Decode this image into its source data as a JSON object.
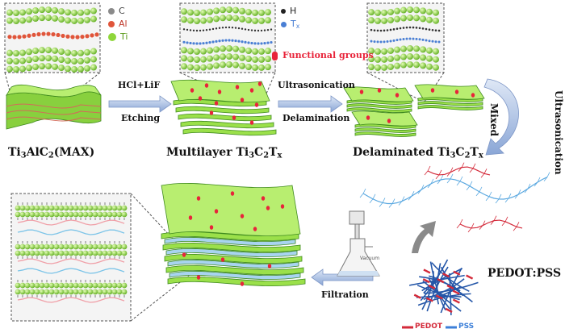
{
  "legend_elements": [
    {
      "symbol": "C",
      "color": "#8a8a8a"
    },
    {
      "symbol": "Al",
      "color": "#e0553a"
    },
    {
      "symbol": "Ti",
      "color": "#8fd63a"
    }
  ],
  "legend_terminations": [
    {
      "symbol": "H",
      "color": "#222222"
    },
    {
      "symbol": "Tx",
      "color": "#4a7fd4"
    }
  ],
  "functional_groups_label": "Functional groups",
  "step1": {
    "top": "HCl+LiF",
    "bottom": "Etching"
  },
  "step2": {
    "top": "Ultrasonication",
    "bottom": "Delamination"
  },
  "step3": {
    "label": "Filtration"
  },
  "mixed_label": "Mixed",
  "ultrasonication_label": "Ultrasonication",
  "stage_labels": {
    "max": {
      "main": "Ti",
      "s1": "3",
      "mid": "AlC",
      "s2": "2",
      "tail": "(MAX)"
    },
    "multilayer": {
      "main": "Multilayer Ti",
      "s1": "3",
      "mid": "C",
      "s2": "2",
      "mid2": "T",
      "s3": "x"
    },
    "delaminated": {
      "main": "Delaminated Ti",
      "s1": "3",
      "mid": "C",
      "s2": "2",
      "mid2": "T",
      "s3": "x"
    }
  },
  "pedot_pss_label": "PEDOT:PSS",
  "polymer_legend": {
    "pedot": "PEDOT",
    "pss": "PSS"
  },
  "vacuum_label": "Vacuum",
  "colors": {
    "sheet_green": "#9be04a",
    "sheet_edge": "#3f8a1e",
    "functional_red": "#e8243a",
    "arrow_blue": "#9fb6dc",
    "pss_blue": "#3c7fd8",
    "pedot_red": "#d42a3a"
  }
}
